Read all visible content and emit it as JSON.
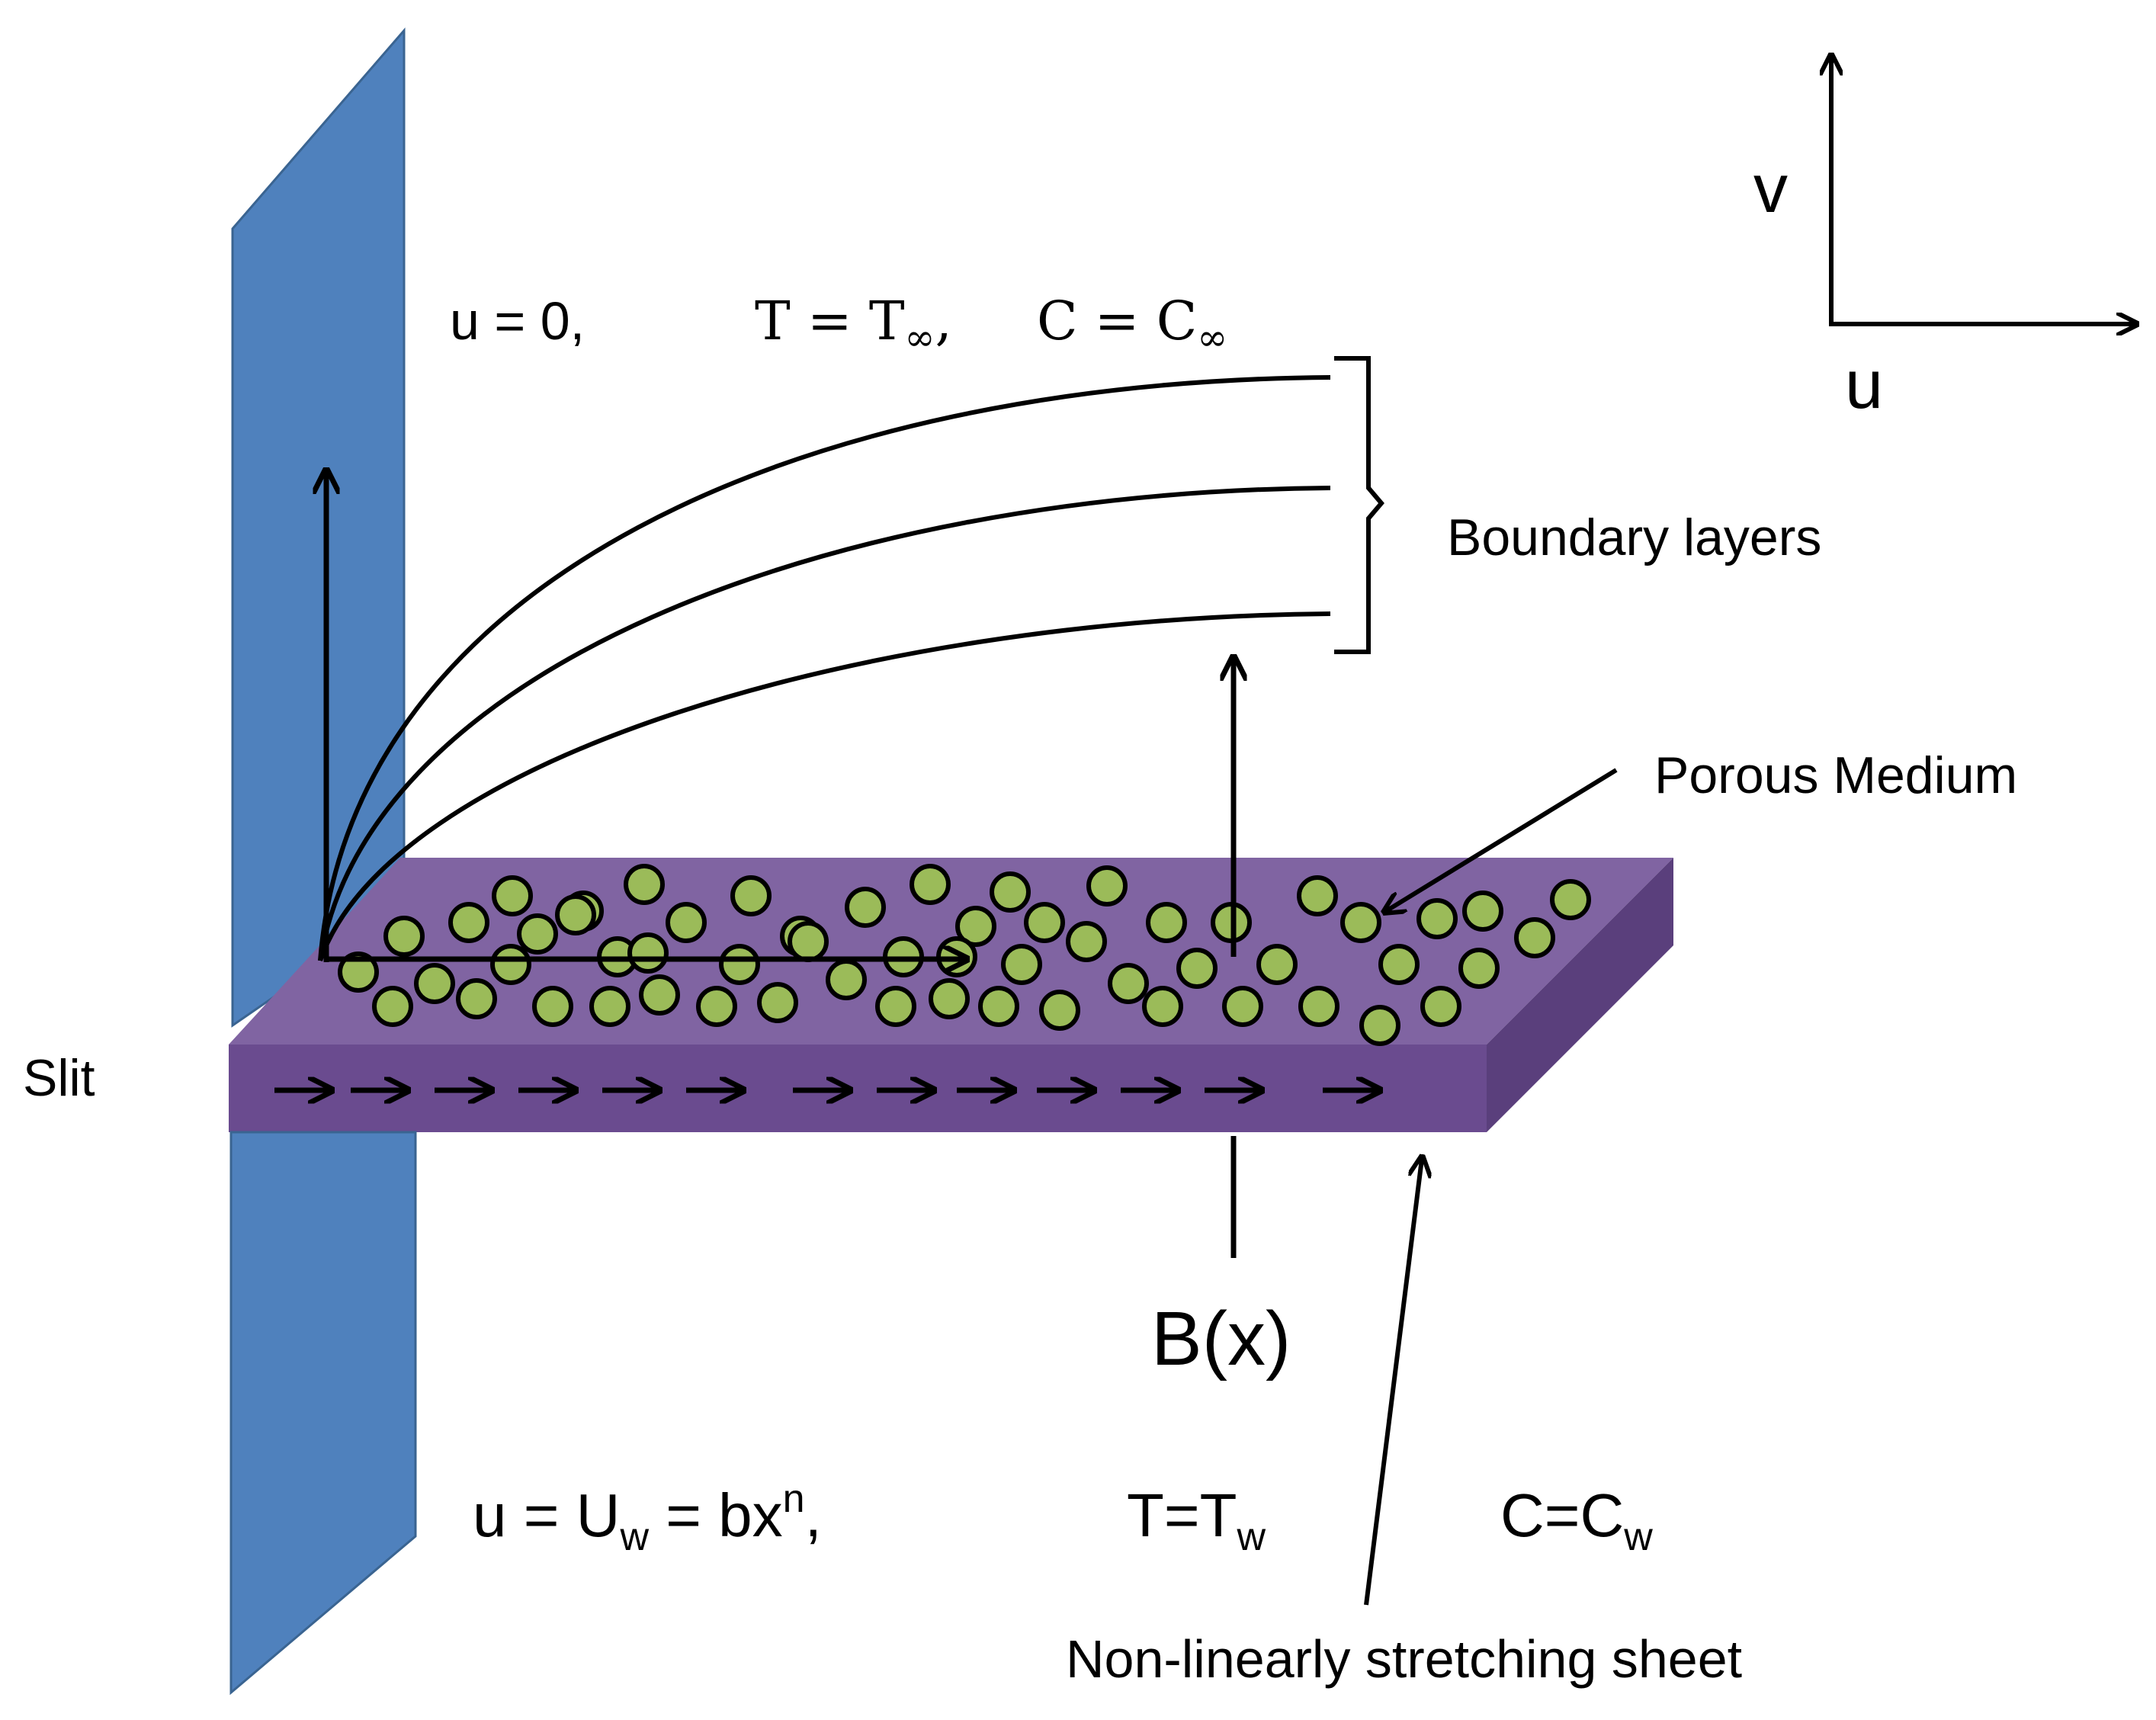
{
  "colors": {
    "plate": "#4f81bd",
    "plate_edge": "#3a6491",
    "sheet_top": "#8064a2",
    "sheet_front": "#6a4b8f",
    "sheet_side": "#5a3f7c",
    "particle_fill": "#9bbb59",
    "particle_stroke": "#000000"
  },
  "axes": {
    "v_label": "v",
    "u_label": "u"
  },
  "top_conditions": {
    "u": "u = 0,",
    "t_main": "T = T",
    "t_sub": "∞",
    "t_end": ",",
    "c_main": "C = C",
    "c_sub": "∞"
  },
  "labels": {
    "boundary_layers": "Boundary layers",
    "porous_medium": "Porous Medium",
    "slit": "Slit",
    "magnetic_field": "B(x)",
    "sheet": "Non-linearly stretching sheet"
  },
  "bottom_conditions": {
    "u_prefix": "u  =  U",
    "u_sub": "w",
    "u_mid": "  =  bx",
    "u_sup": "n",
    "u_end": ",",
    "t_main": "T=T",
    "t_sub": "w",
    "c_main": "C=C",
    "c_sub": "w"
  },
  "icons": [
    "vertical-plate-icon",
    "stretching-sheet-icon",
    "particle-icon",
    "arrow-icon",
    "bracket-icon"
  ]
}
